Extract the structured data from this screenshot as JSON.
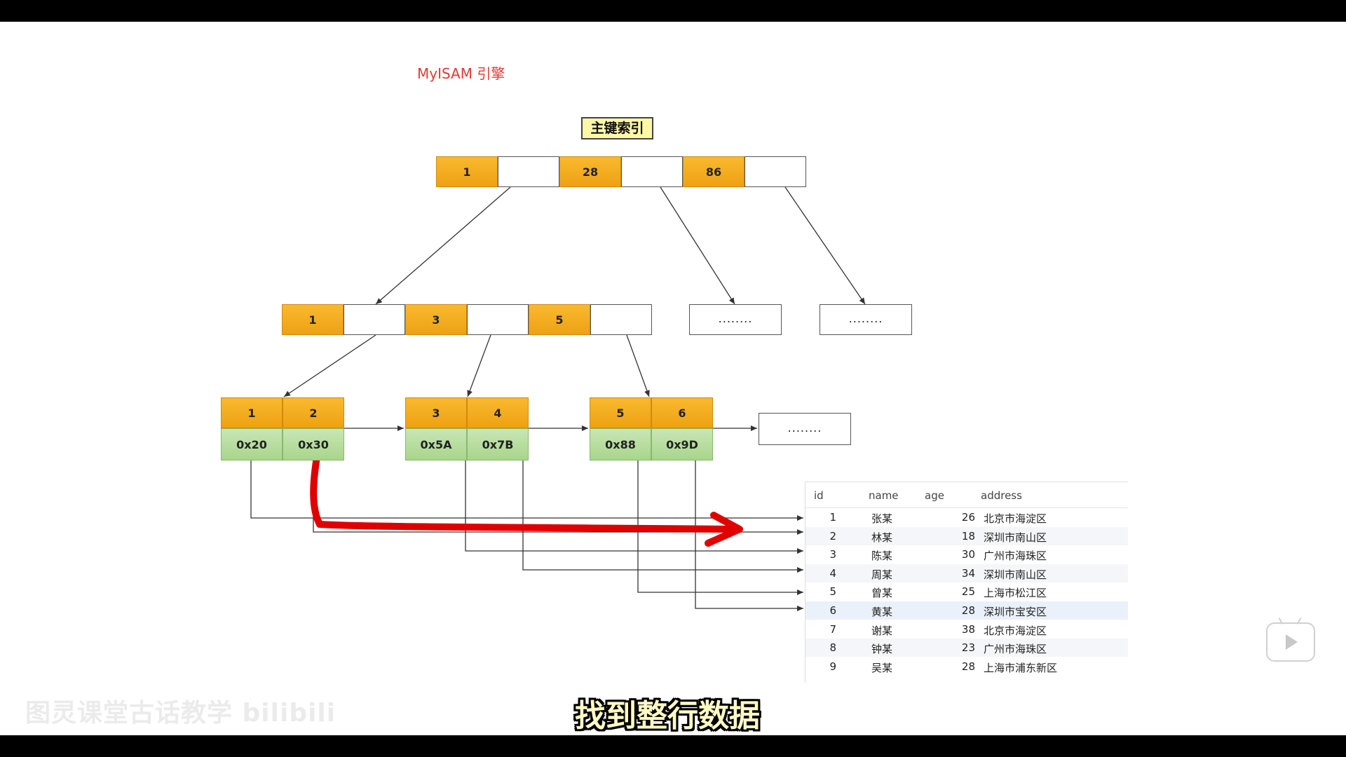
{
  "engine_title": "MyISAM 引擎",
  "index_label": "主键索引",
  "root": {
    "keys": [
      "1",
      "28",
      "86"
    ]
  },
  "internal": {
    "keys": [
      "1",
      "3",
      "5"
    ],
    "other_nodes": [
      "........",
      "........"
    ]
  },
  "leaves": [
    {
      "keys": [
        "1",
        "2"
      ],
      "ptrs": [
        "0x20",
        "0x30"
      ]
    },
    {
      "keys": [
        "3",
        "4"
      ],
      "ptrs": [
        "0x5A",
        "0x7B"
      ]
    },
    {
      "keys": [
        "5",
        "6"
      ],
      "ptrs": [
        "0x88",
        "0x9D"
      ]
    }
  ],
  "leaf_more": "........",
  "table": {
    "headers": [
      "id",
      "name",
      "age",
      "address"
    ],
    "rows": [
      [
        "1",
        "张某",
        "26",
        "北京市海淀区"
      ],
      [
        "2",
        "林某",
        "18",
        "深圳市南山区"
      ],
      [
        "3",
        "陈某",
        "30",
        "广州市海珠区"
      ],
      [
        "4",
        "周某",
        "34",
        "深圳市南山区"
      ],
      [
        "5",
        "曾某",
        "25",
        "上海市松江区"
      ],
      [
        "6",
        "黄某",
        "28",
        "深圳市宝安区"
      ],
      [
        "7",
        "谢某",
        "38",
        "北京市海淀区"
      ],
      [
        "8",
        "钟某",
        "23",
        "广州市海珠区"
      ],
      [
        "9",
        "吴某",
        "28",
        "上海市浦东新区"
      ]
    ]
  },
  "subtitle": "找到整行数据",
  "watermark": "图灵课堂古话教学 bilibili",
  "colors": {
    "key": "#f5a623",
    "pointer": "#b5dc9b",
    "highlight_arrow": "#e00000",
    "title": "#e53935"
  }
}
